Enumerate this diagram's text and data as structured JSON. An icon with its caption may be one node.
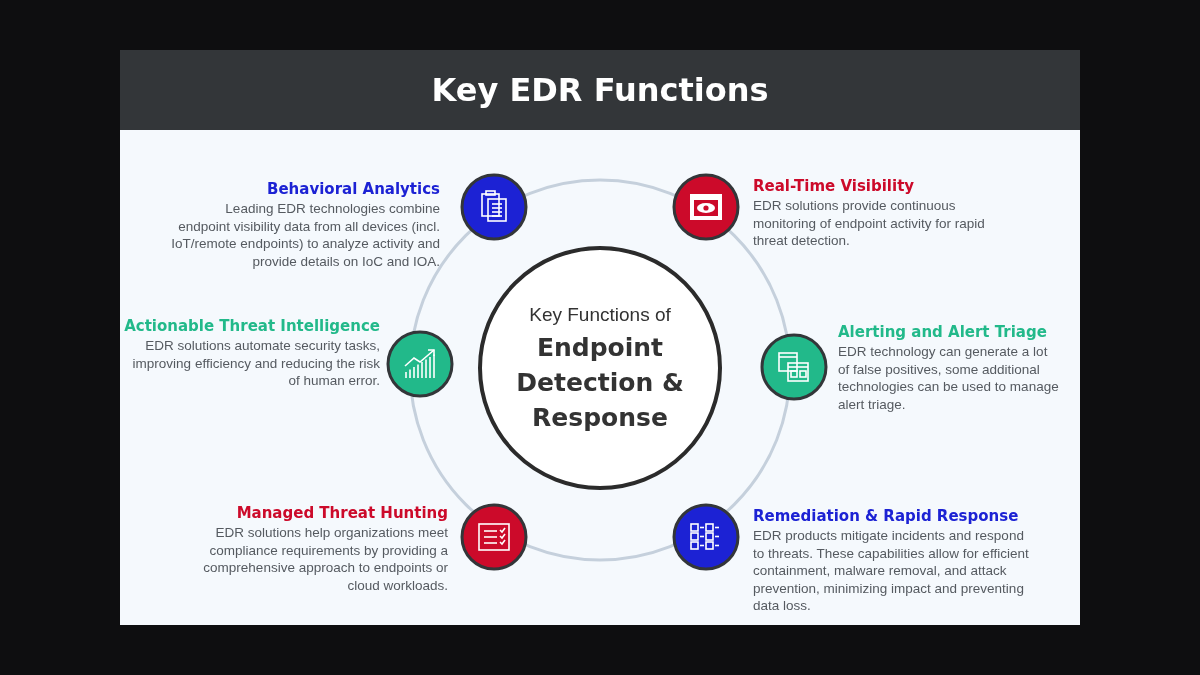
{
  "diagram": {
    "title": "Key EDR Functions",
    "nodes": [
      {
        "text": [
          "Behavioral Analytics",
          "Leading EDR technologies combine endpoint visibility data from all devices (incl. IoT/remote endpoints) to analyze activity and provide details on IoC and IOA."
        ]
      },
      {
        "text": [
          "Real-Time Visibility",
          "EDR solutions provide continuous monitoring of endpoint activity for rapid threat detection."
        ]
      },
      {
        "text": [
          "Key Functions of",
          "Endpoint Detection & Response"
        ]
      },
      {
        "text": [
          "Actionable Threat Intelligence",
          "EDR solutions automate security tasks, improving efficiency and reducing the risk of human error."
        ]
      },
      {
        "text": [
          "Alerting and Alert Triage",
          "EDR technology can generate a lot of false positives, some additional technologies can be used to manage alert triage."
        ]
      },
      {
        "text": [
          "Managed Threat Hunting",
          "EDR solutions help organizations meet compliance requirements by providing a comprehensive approach to endpoints or cloud workloads."
        ]
      },
      {
        "text": [
          "Remediation & Rapid Response",
          "EDR products mitigate incidents and respond to threats. These capabilities allow for efficient containment, malware removal, and attack prevention, minimizing impact and preventing data loss."
        ]
      }
    ],
    "edges": []
  }
}
